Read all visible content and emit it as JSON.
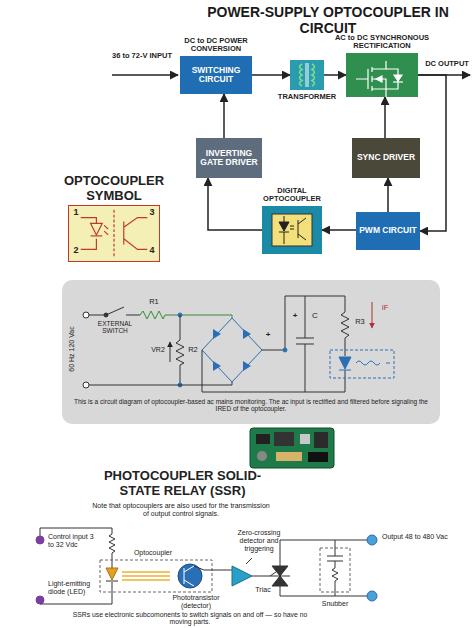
{
  "diagram": {
    "title": "POWER-SUPPLY OPTOCOUPLER IN CIRCUIT",
    "caption": "This is a circuit diagram of optocoupler-based ac mains monitoring. The ac input is rectified and filtered before signaling the IRED of the optocoupler.",
    "nodes": [
      {
        "text": [
          "DC to DC POWER CONVERSION",
          "SWITCHING CIRCUIT"
        ]
      },
      {
        "text": [
          "TRANSFORMER"
        ]
      },
      {
        "text": [
          "AC to DC SYNCHRONOUS RECTIFICATION"
        ]
      },
      {
        "text": [
          "INVERTING GATE DRIVER"
        ]
      },
      {
        "text": [
          "SYNC DRIVER"
        ]
      },
      {
        "text": [
          "DIGITAL OPTOCOUPLER"
        ]
      },
      {
        "text": [
          "PWM CIRCUIT"
        ]
      },
      {
        "text": [
          "OPTOCOUPLER SYMBOL"
        ]
      }
    ],
    "edges": [
      {
        "from": 0,
        "to": 1,
        "arrow": "to"
      },
      {
        "from": 1,
        "to": 2,
        "arrow": "to"
      },
      {
        "from": 2,
        "to": 6,
        "arrow": "to"
      },
      {
        "from": 4,
        "to": 2,
        "arrow": "to"
      },
      {
        "from": 6,
        "to": 4,
        "arrow": "to"
      },
      {
        "from": 6,
        "to": 5,
        "arrow": "to"
      },
      {
        "from": 5,
        "to": 3,
        "arrow": "to"
      },
      {
        "from": 3,
        "to": 0,
        "arrow": "to"
      }
    ],
    "labels": [
      "36 to 72-V INPUT",
      "DC OUTPUT",
      "1",
      "2",
      "3",
      "4",
      "R1",
      "EXTERNAL SWITCH",
      "60 Hz 120 Vac",
      "VR2",
      "R2",
      "+",
      "+",
      "C",
      "R3",
      "IF",
      "PHOTOCOUPLER SOLID-STATE RELAY (SSR)",
      "Note that optocouplers are also used for the transmission of output control signals.",
      "Control input 3 to 32 Vdc",
      "Optocoupler",
      "Light-emitting diode (LED)",
      "Phototransistor (detector)",
      "Zero-crossing detector and triggering",
      "Triac",
      "Snubber",
      "Output 48 to 480 Vac",
      "SSRs use electronic subcomonents to switch signals on and off — so have no moving parts."
    ]
  }
}
